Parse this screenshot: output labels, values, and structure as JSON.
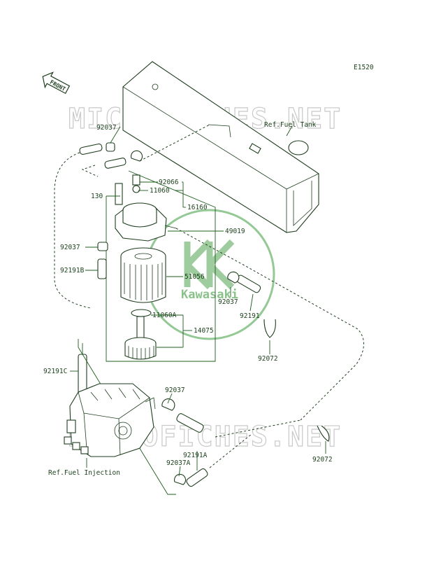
{
  "diagram_code": "E1520",
  "front_tag": "FRONT",
  "ref_labels": {
    "fuel_tank": "Ref.Fuel Tank",
    "fuel_injection": "Ref.Fuel Injection"
  },
  "watermark": {
    "site": "MICROFICHES.NET",
    "brand": "Kawasaki"
  },
  "part_numbers": {
    "p92037_top": "92037",
    "p92066": "92066",
    "p130": "130",
    "p11060": "11060",
    "p16160": "16160",
    "p49019": "49019",
    "p92037_left": "92037",
    "p92191b": "92191B",
    "p51056": "51056",
    "p92037_right": "92037",
    "p92191": "92191",
    "p11060a": "11060A",
    "p14075": "14075",
    "p92072_top": "92072",
    "p92191c": "92191C",
    "p92037_lower": "92037",
    "p92072_bottom": "92072",
    "p92191a": "92191A",
    "p92037a": "92037A"
  },
  "colors": {
    "label": "#1a3f1a",
    "leader": "#1d5c1d",
    "watermark": "#c9c9c9",
    "logo": "#3d9a3d"
  }
}
